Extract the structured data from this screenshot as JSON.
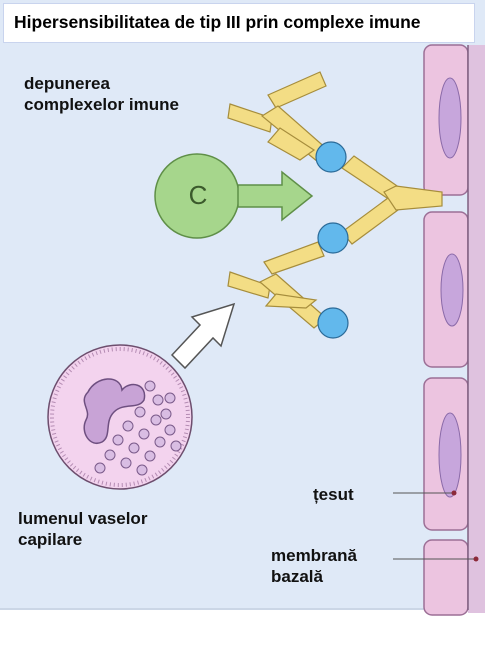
{
  "title": "Hipersensibilitatea de tip III prin complexe imune",
  "labels": {
    "deposit_line1": "depunerea",
    "deposit_line2": "complexelor imune",
    "complement": "C",
    "tissue": "țesut",
    "membrane_line1": "membrană",
    "membrane_line2": "bazală",
    "lumen_line1": "lumenul vaselor",
    "lumen_line2": "capilare"
  },
  "colors": {
    "background": "#dfe9f7",
    "antibody": "#f3dd85",
    "antigen": "#62b8ec",
    "complement": "#a6d68c",
    "cell_fill": "#ecc4e0",
    "nucleus": "#c7a6dc",
    "membrane": "#dfc2df"
  }
}
